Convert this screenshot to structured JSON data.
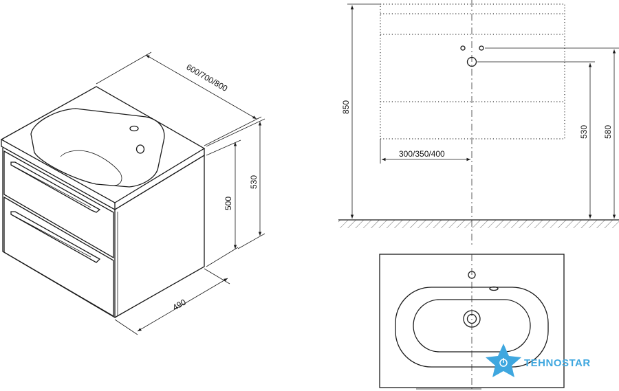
{
  "dimensions": {
    "width_options": "600/700/800",
    "depth": "490",
    "height_front": "500",
    "height_total": "530",
    "overall_height": "850",
    "side_height_530": "530",
    "side_height_580": "580",
    "half_width": "300/350/400"
  },
  "logo": {
    "text": "TEHNOSTAR",
    "icon": "power-star-icon",
    "color": "#3fa7df"
  }
}
